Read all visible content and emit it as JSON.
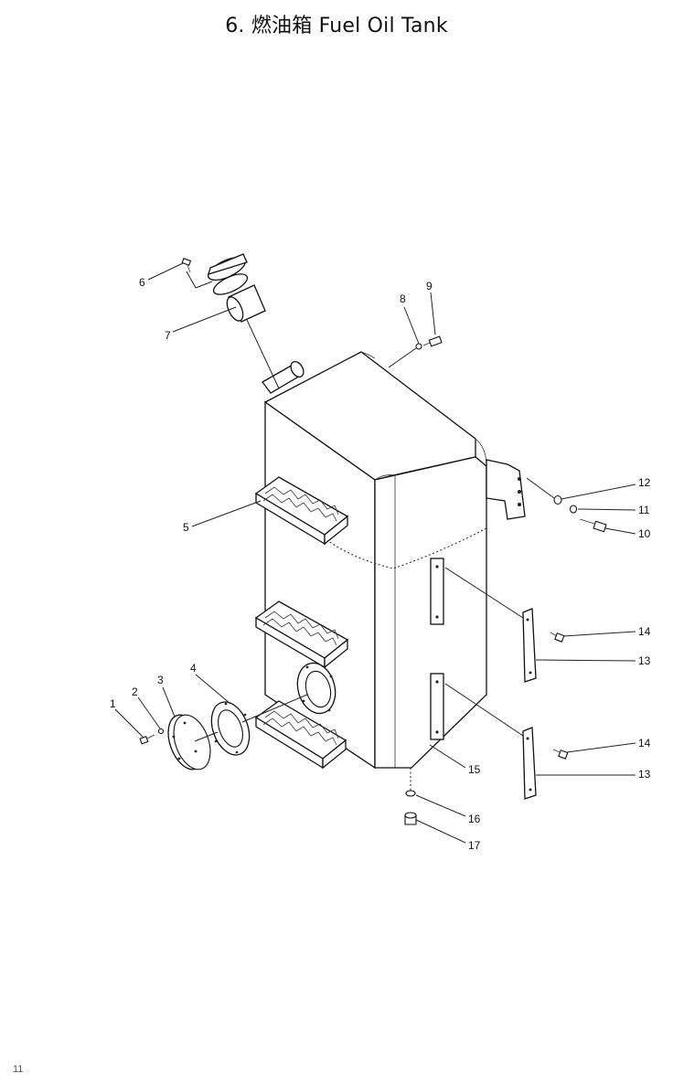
{
  "title": {
    "number": "6.",
    "chinese": "燃油箱",
    "english": "Fuel Oil Tank"
  },
  "page_number": "11",
  "callouts": [
    "1",
    "2",
    "3",
    "4",
    "5",
    "6",
    "7",
    "8",
    "9",
    "10",
    "11",
    "12",
    "13",
    "14",
    "14",
    "13",
    "15",
    "16",
    "17"
  ]
}
